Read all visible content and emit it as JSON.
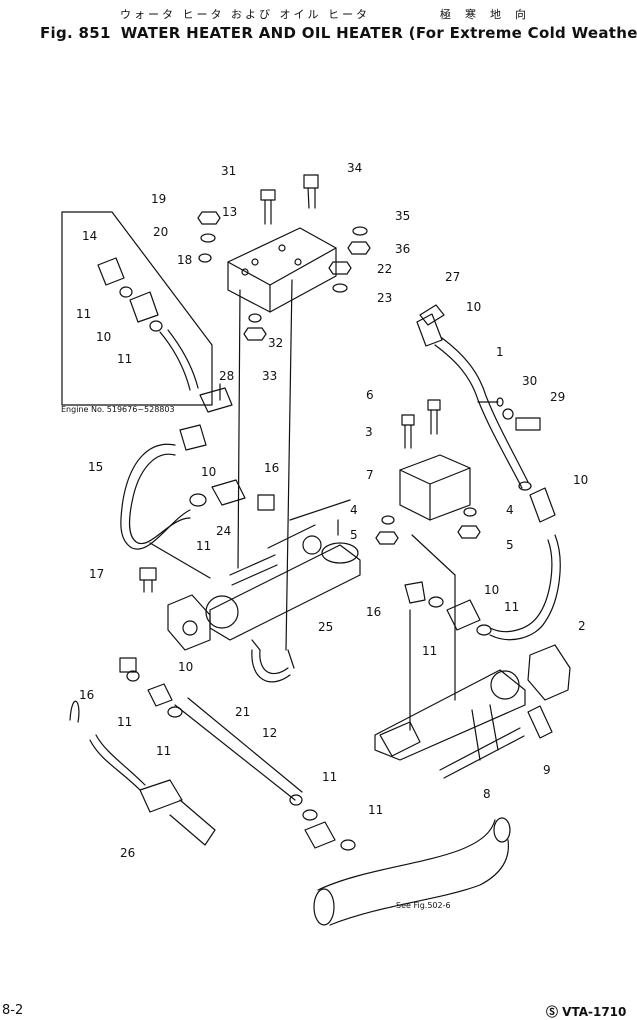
{
  "header": {
    "japanese_title": "ウォータ ヒータ および オイル ヒータ",
    "japanese_right": "極寒地向",
    "fig_number": "Fig. 851",
    "title": "WATER HEATER AND OIL HEATER (For Extreme Cold Weather)"
  },
  "footer": {
    "page": "8-2",
    "code": "Ⓢ VTA-1710"
  },
  "notes": {
    "engine_range": "Engine No. 519676~528803",
    "see_fig": "See Fig.502-6"
  },
  "callouts": [
    "1",
    "2",
    "3",
    "4",
    "4",
    "5",
    "5",
    "6",
    "7",
    "8",
    "9",
    "10",
    "10",
    "10",
    "10",
    "10",
    "10",
    "11",
    "11",
    "11",
    "11",
    "11",
    "11",
    "11",
    "11",
    "11",
    "12",
    "13",
    "14",
    "15",
    "16",
    "16",
    "16",
    "17",
    "18",
    "19",
    "20",
    "21",
    "22",
    "23",
    "24",
    "25",
    "26",
    "27",
    "28",
    "29",
    "30",
    "31",
    "32",
    "33",
    "34",
    "35",
    "36"
  ]
}
